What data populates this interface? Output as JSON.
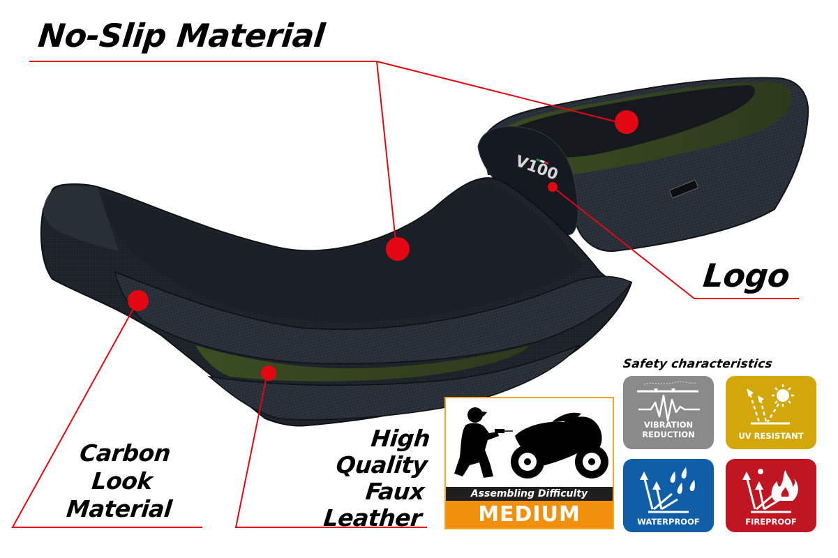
{
  "callouts": {
    "no_slip": "No-Slip Material",
    "logo": "Logo",
    "carbon_line1": "Carbon",
    "carbon_line2": "Look",
    "carbon_line3": "Material",
    "faux_line1": "High",
    "faux_line2": "Quality",
    "faux_line3": "Faux",
    "faux_line4": "Leather"
  },
  "seat": {
    "logo_text": "V100",
    "colors": {
      "body": "#1c2127",
      "accent_green": "#3a4a24",
      "marker_red": "#e30613",
      "line_red": "#e30613"
    }
  },
  "assembly": {
    "header": "Assembling Difficulty",
    "level": "MEDIUM",
    "colors": {
      "border": "#f5a623",
      "dark_bar": "#1f1f1f",
      "level_bg": "#f0900c"
    }
  },
  "safety": {
    "title": "Safety characteristics",
    "badges": [
      {
        "icon": "vibration-icon",
        "line1": "VIBRATION",
        "line2": "REDUCTION",
        "color": "#8a8a8a"
      },
      {
        "icon": "sun-uv-icon",
        "line1": "UV RESISTANT",
        "line2": "",
        "color": "#d1a70a"
      },
      {
        "icon": "water-drops-icon",
        "line1": "WATERPROOF",
        "line2": "",
        "color": "#115ea8"
      },
      {
        "icon": "flame-icon",
        "line1": "FIREPROOF",
        "line2": "",
        "color": "#bf1622"
      }
    ]
  }
}
